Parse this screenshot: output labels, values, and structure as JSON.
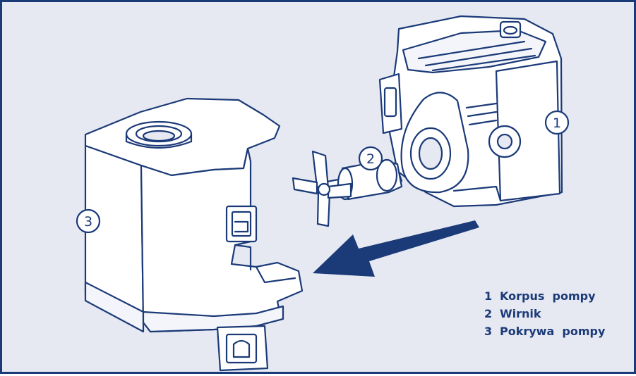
{
  "callouts": [
    {
      "number": "1",
      "part": "pump-body"
    },
    {
      "number": "2",
      "part": "impeller"
    },
    {
      "number": "3",
      "part": "pump-cover"
    }
  ],
  "legend": [
    {
      "number": "1",
      "label": "Korpus  pompy"
    },
    {
      "number": "2",
      "label": "Wirnik"
    },
    {
      "number": "3",
      "label": "Pokrywa  pompy"
    }
  ],
  "colors": {
    "line": "#1b3a78",
    "background": "#e6e9f2",
    "part_fill": "#ffffff",
    "arrow": "#1b3a78"
  }
}
